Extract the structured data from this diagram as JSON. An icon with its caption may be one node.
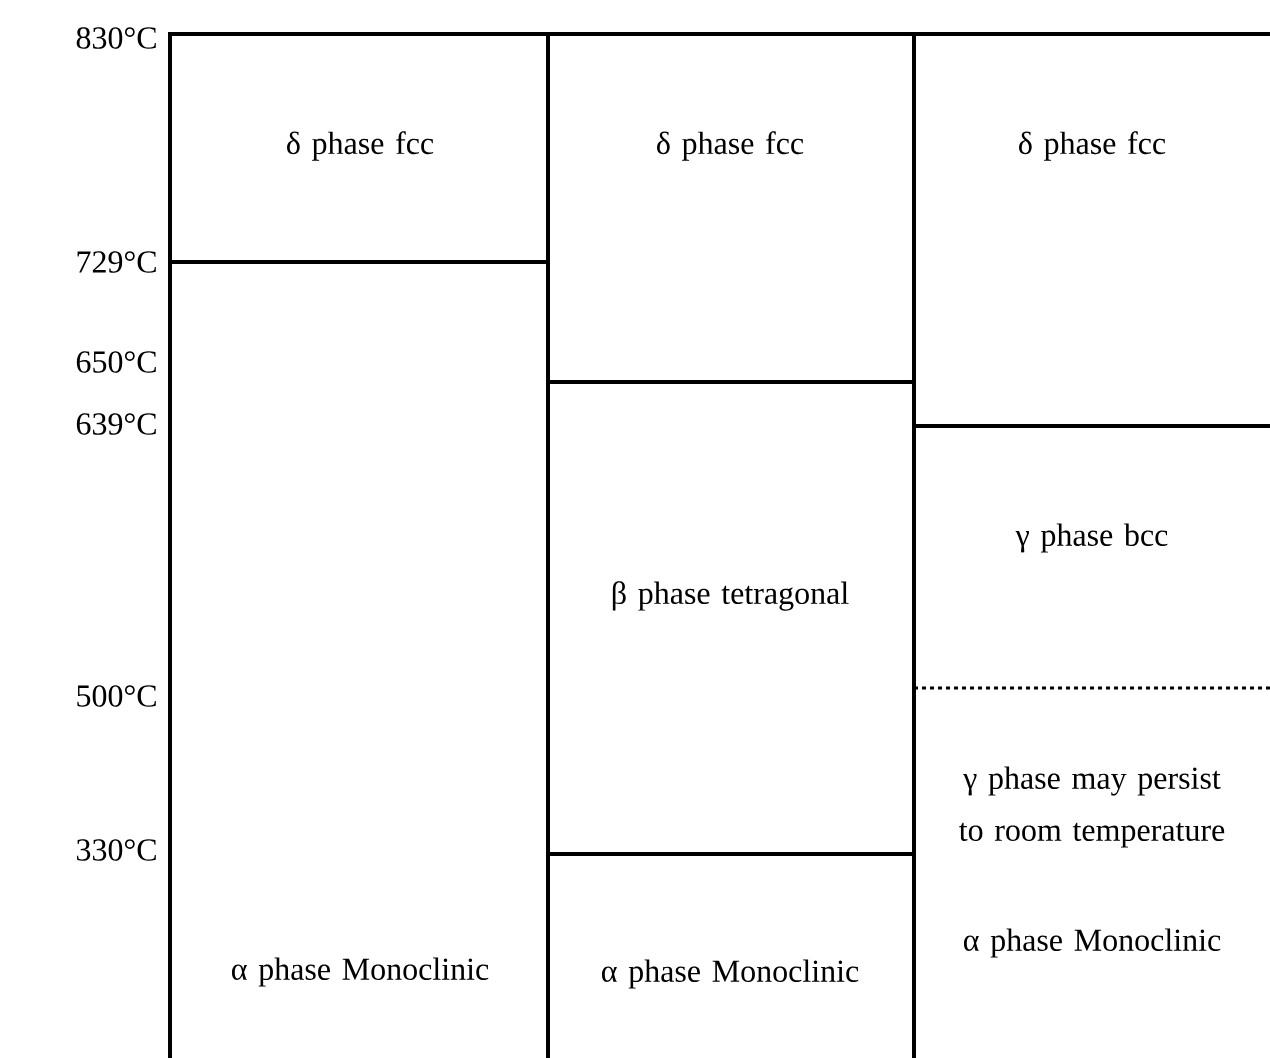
{
  "diagram": {
    "nodes": [
      {
        "text": [
          "δ phase fcc"
        ]
      },
      {
        "text": [
          "δ phase fcc"
        ]
      },
      {
        "text": [
          "δ phase fcc"
        ]
      },
      {
        "text": [
          "γ phase bcc"
        ]
      },
      {
        "text": [
          "β phase tetragonal"
        ]
      },
      {
        "text": [
          "γ phase may persist to room temperature",
          "α phase Monoclinic"
        ]
      },
      {
        "text": [
          "α phase Monoclinic"
        ]
      },
      {
        "text": [
          "α phase Monoclinic"
        ]
      }
    ],
    "labels": [
      "830°C",
      "729°C",
      "650°C",
      "639°C",
      "500°C",
      "330°C"
    ]
  }
}
